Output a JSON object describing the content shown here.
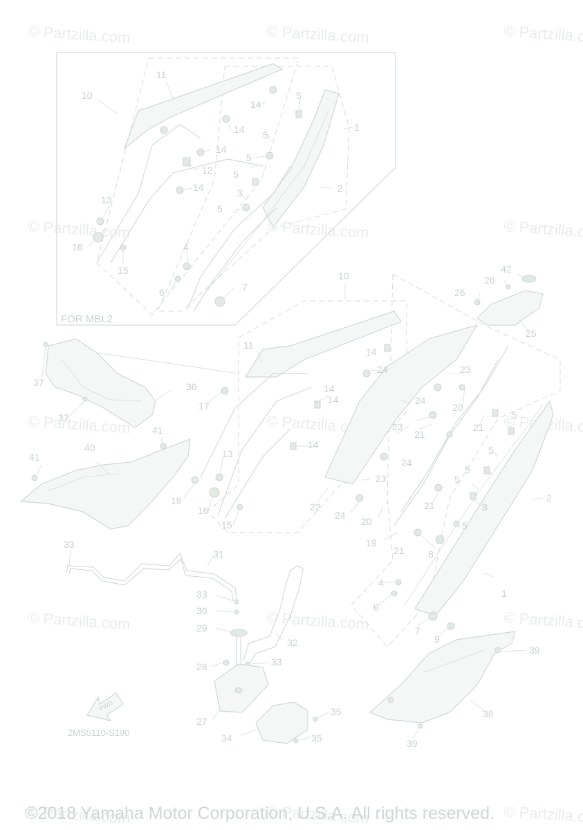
{
  "watermark": "© Partzilla.com",
  "inset": {
    "caption": "FOR MBL2"
  },
  "diagram_code": "2MS5110-S190",
  "fwd_label": "FWD",
  "copyright": "©2018 Yamaha Motor Corporation, U.S.A. All rights reserved.",
  "callouts": {
    "c1": "1",
    "c2": "2",
    "c3": "3",
    "c4": "4",
    "c5": "5",
    "c6": "6",
    "c7": "7",
    "c8": "8",
    "c9": "9",
    "c10": "10",
    "c11": "11",
    "c12": "12",
    "c13": "13",
    "c14": "14",
    "c15": "15",
    "c16": "16",
    "c17": "17",
    "c18": "18",
    "c19": "19",
    "c20": "20",
    "c21": "21",
    "c22": "22",
    "c23": "23",
    "c24": "24",
    "c25": "25",
    "c26": "26",
    "c27": "27",
    "c28": "28",
    "c29": "29",
    "c30": "30",
    "c31": "31",
    "c32": "32",
    "c33": "33",
    "c34": "34",
    "c35": "35",
    "c36": "36",
    "c37": "37",
    "c38": "38",
    "c39": "39",
    "c40": "40",
    "c41": "41",
    "c42": "42"
  }
}
